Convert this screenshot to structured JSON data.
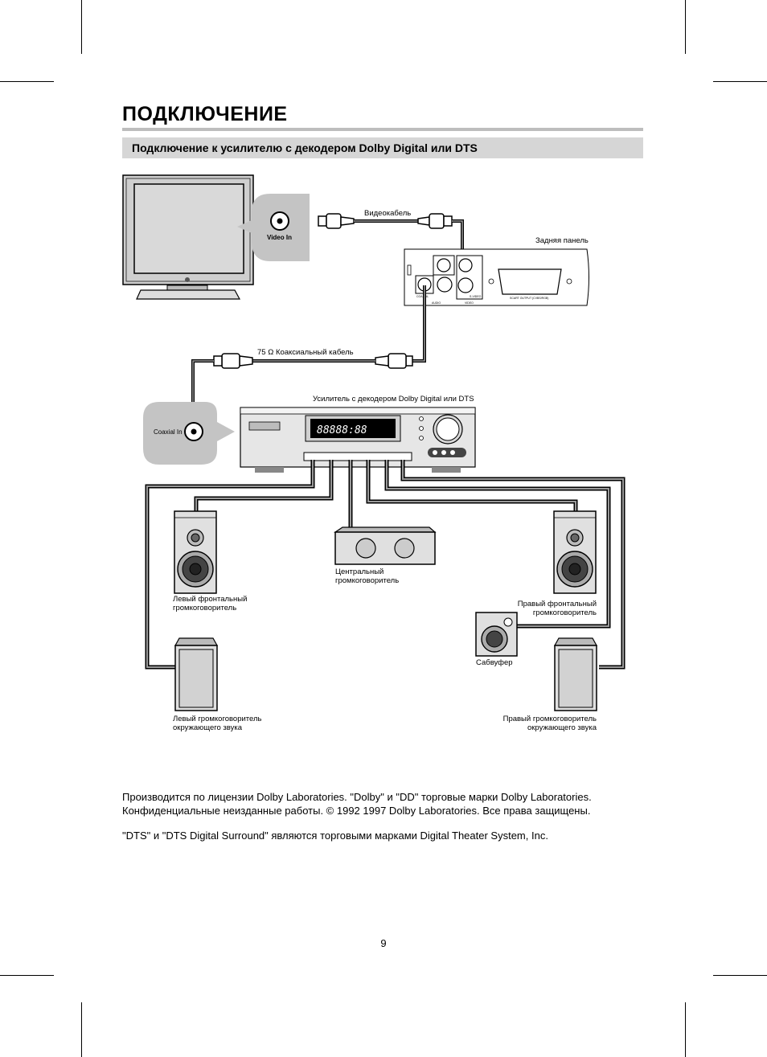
{
  "page": {
    "title": "ПОДКЛЮЧЕНИЕ",
    "subtitle": "Подключение к усилителю с декодером Dolby Digital или DTS",
    "page_number": "9"
  },
  "diagram": {
    "video_in_label": "Video In",
    "video_cable_label": "Видеокабель",
    "rear_panel_label": "Задняя панель",
    "coax_cable_label": "75 Ω  Коаксиальный кабель",
    "amplifier_label": "Усилитель с декодером Dolby Digital или DTS",
    "coaxial_in_label": "Coaxial In",
    "amp_display": "88888:88",
    "left_front_label": [
      "Левый фронтальный",
      "громкоговоритель"
    ],
    "center_label": [
      "Центральный",
      "громкоговоритель"
    ],
    "right_front_label": [
      "Правый фронтальный",
      "громкоговоритель"
    ],
    "subwoofer_label": "Сабвуфер",
    "left_surround_label": [
      "Левый громкоговоритель",
      "окружающего звука"
    ],
    "right_surround_label": [
      "Правый громкоговоритель",
      "окружающего звука"
    ],
    "panel_texts": {
      "coaxial": "COAXIAL",
      "audio": "AUDIO",
      "video": "VIDEO",
      "s_video": "S-VIDEO",
      "scart": "SCART OUTPUT (CVBS/RGB)"
    }
  },
  "footer": {
    "line1": "Производится по лицензии Dolby Laboratories. \"Dolby\" и \"DD\" торговые марки Dolby Laboratories.",
    "line2": "Конфиденциальные неизданные работы. © 1992    1997 Dolby Laboratories. Все права защищены.",
    "line3": "\"DTS\" и \"DTS Digital Surround\" являются торговыми марками Digital Theater System, Inc."
  }
}
